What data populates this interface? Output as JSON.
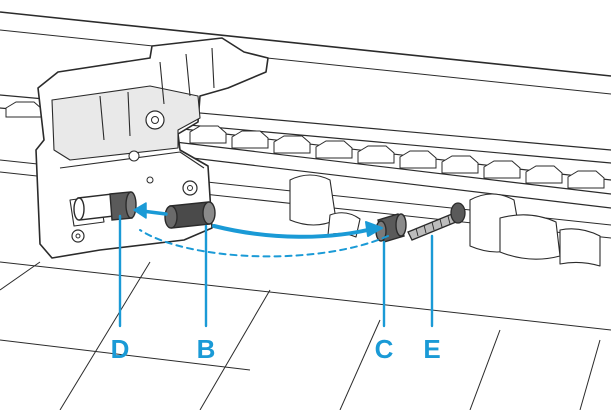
{
  "figure": {
    "accent_color": "#1a9ad6",
    "line_color": "#2b2b2b",
    "callouts": [
      {
        "id": "D",
        "label": "D"
      },
      {
        "id": "B",
        "label": "B"
      },
      {
        "id": "C",
        "label": "C"
      },
      {
        "id": "E",
        "label": "E"
      }
    ]
  }
}
